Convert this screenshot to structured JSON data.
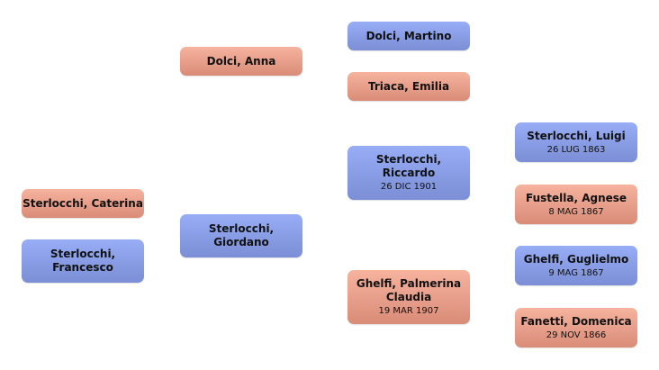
{
  "people": {
    "caterina": {
      "name": "Sterlocchi, Caterina",
      "date": "",
      "sex": "female"
    },
    "francesco": {
      "name": "Sterlocchi,\nFrancesco",
      "date": "",
      "sex": "male"
    },
    "anna": {
      "name": "Dolci, Anna",
      "date": "",
      "sex": "female"
    },
    "giordano": {
      "name": "Sterlocchi,\nGiordano",
      "date": "",
      "sex": "male"
    },
    "martino": {
      "name": "Dolci, Martino",
      "date": "",
      "sex": "male"
    },
    "emilia": {
      "name": "Triaca, Emilia",
      "date": "",
      "sex": "female"
    },
    "riccardo": {
      "name": "Sterlocchi,\nRiccardo",
      "date": "26 DIC 1901",
      "sex": "male"
    },
    "palmerina": {
      "name": "Ghelfi, Palmerina\nClaudia",
      "date": "19 MAR 1907",
      "sex": "female"
    },
    "luigi": {
      "name": "Sterlocchi, Luigi",
      "date": "26 LUG 1863",
      "sex": "male"
    },
    "agnese": {
      "name": "Fustella, Agnese",
      "date": "8 MAG 1867",
      "sex": "female"
    },
    "guglielmo": {
      "name": "Ghelfi, Guglielmo",
      "date": "9 MAG 1867",
      "sex": "male"
    },
    "domenica": {
      "name": "Fanetti, Domenica",
      "date": "29 NOV 1866",
      "sex": "female"
    }
  },
  "colors": {
    "male": "#8a9ee6",
    "female": "#e89f8a"
  }
}
